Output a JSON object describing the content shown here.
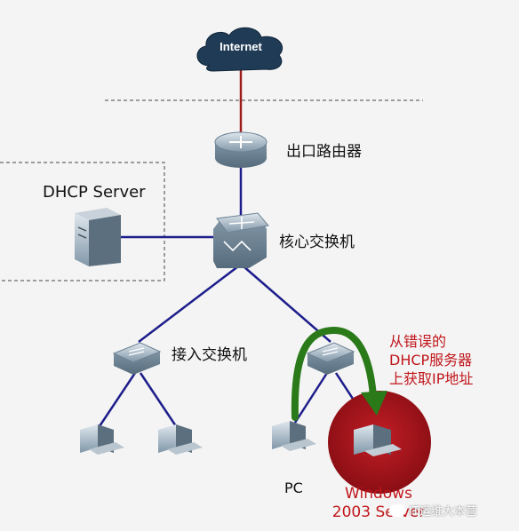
{
  "internet_label": "Internet",
  "router_label": "出口路由器",
  "dhcp_server_label": "DHCP Server",
  "core_switch_label": "核心交换机",
  "access_switch_label": "接入交换机",
  "note_lines": [
    "从错误的",
    "DHCP服务器",
    "上获取IP地址"
  ],
  "pc_label": "PC",
  "rogue_server_lines": [
    "Windows",
    "2003 Server"
  ],
  "watermark": "IT运维大本营",
  "colors": {
    "wan_link": "#a01c1c",
    "lan_link": "#1d1d8c",
    "arrow": "#2a7a1a",
    "highlight": "#a3141c",
    "device": "#8fa3b3"
  }
}
